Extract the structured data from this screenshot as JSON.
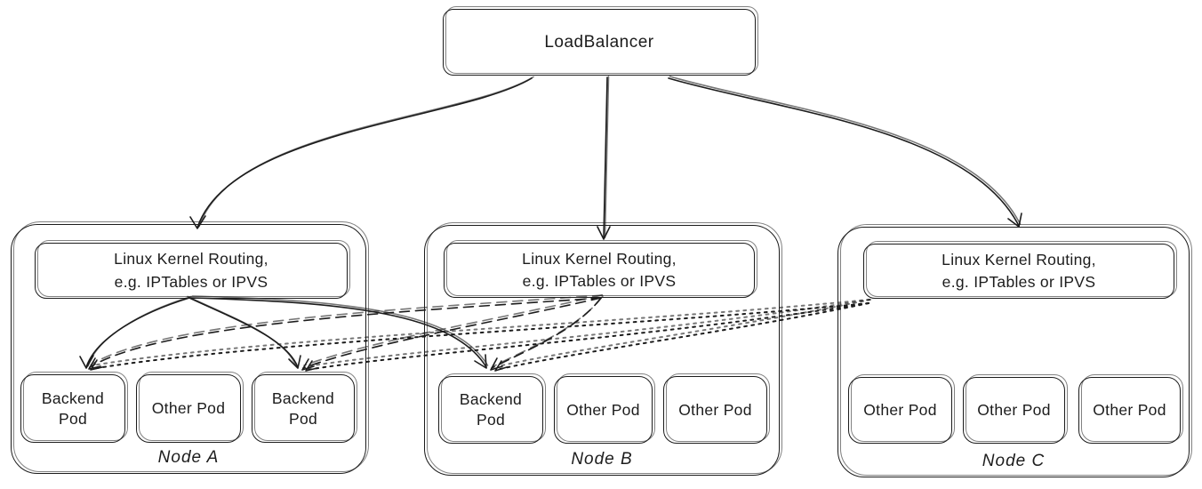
{
  "colors": {
    "stroke": "#1c1c1c",
    "background": "#ffffff"
  },
  "loadbalancer": {
    "label": "LoadBalancer"
  },
  "nodes": [
    {
      "name": "Node A",
      "kernel": {
        "line1": "Linux Kernel Routing,",
        "line2": "e.g. IPTables or IPVS"
      },
      "pods": [
        {
          "label": "Backend Pod",
          "type": "backend"
        },
        {
          "label": "Other Pod",
          "type": "other"
        },
        {
          "label": "Backend Pod",
          "type": "backend"
        }
      ]
    },
    {
      "name": "Node B",
      "kernel": {
        "line1": "Linux Kernel Routing,",
        "line2": "e.g. IPTables or IPVS"
      },
      "pods": [
        {
          "label": "Backend Pod",
          "type": "backend"
        },
        {
          "label": "Other Pod",
          "type": "other"
        },
        {
          "label": "Other Pod",
          "type": "other"
        }
      ]
    },
    {
      "name": "Node C",
      "kernel": {
        "line1": "Linux Kernel Routing,",
        "line2": "e.g. IPTables or IPVS"
      },
      "pods": [
        {
          "label": "Other Pod",
          "type": "other"
        },
        {
          "label": "Other Pod",
          "type": "other"
        },
        {
          "label": "Other Pod",
          "type": "other"
        }
      ]
    }
  ],
  "edges": [
    {
      "from": "loadbalancer",
      "to": "node-a-kernel",
      "style": "solid"
    },
    {
      "from": "loadbalancer",
      "to": "node-b-kernel",
      "style": "solid"
    },
    {
      "from": "loadbalancer",
      "to": "node-c-kernel",
      "style": "solid"
    },
    {
      "from": "node-a-kernel",
      "to": "node-a-backend-pod-1",
      "style": "solid"
    },
    {
      "from": "node-a-kernel",
      "to": "node-a-backend-pod-2",
      "style": "solid"
    },
    {
      "from": "node-a-kernel",
      "to": "node-b-backend-pod",
      "style": "solid"
    },
    {
      "from": "node-b-kernel",
      "to": "node-a-backend-pod-1",
      "style": "dashed"
    },
    {
      "from": "node-b-kernel",
      "to": "node-a-backend-pod-2",
      "style": "dashed"
    },
    {
      "from": "node-b-kernel",
      "to": "node-b-backend-pod",
      "style": "dashed"
    },
    {
      "from": "node-c-kernel",
      "to": "node-a-backend-pod-1",
      "style": "dotted"
    },
    {
      "from": "node-c-kernel",
      "to": "node-a-backend-pod-2",
      "style": "dotted"
    },
    {
      "from": "node-c-kernel",
      "to": "node-b-backend-pod",
      "style": "dotted"
    }
  ]
}
